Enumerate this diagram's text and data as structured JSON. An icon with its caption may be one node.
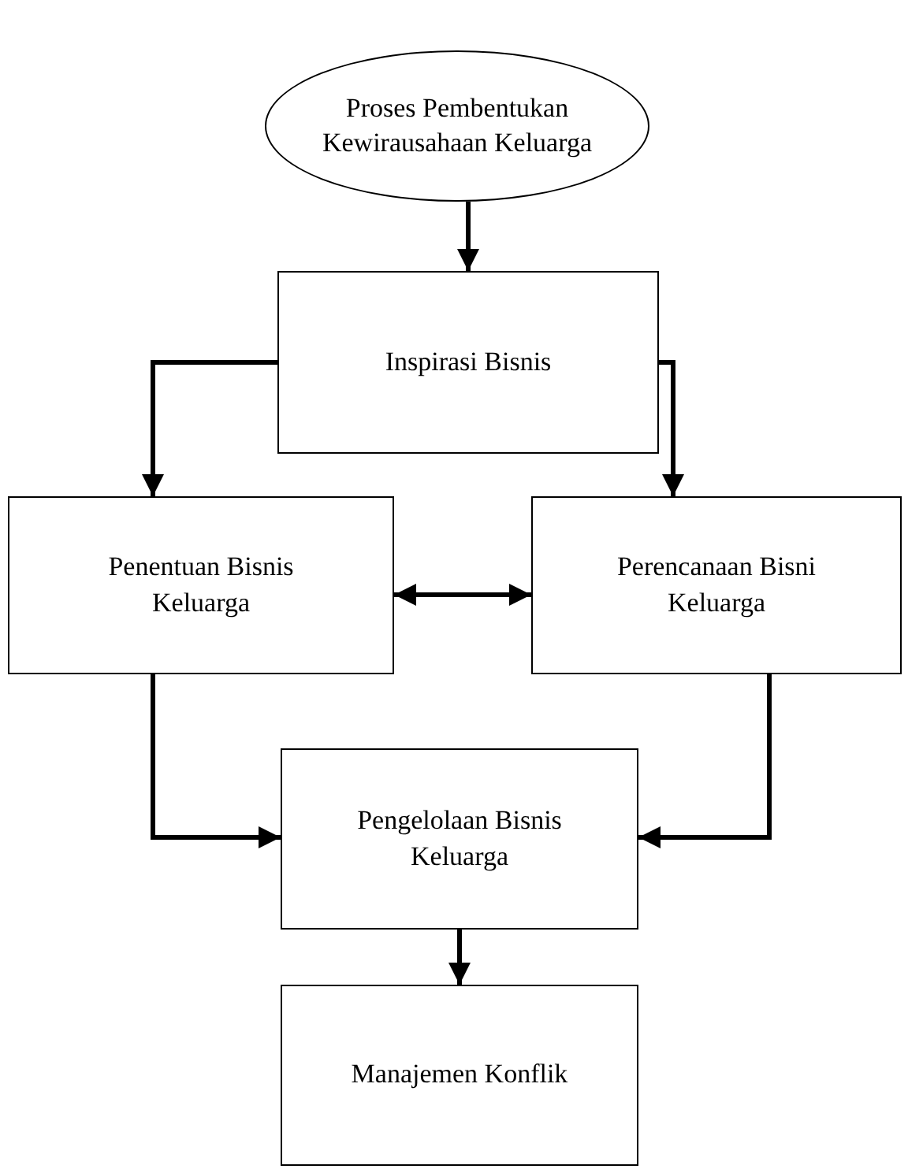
{
  "diagram": {
    "nodes": [
      {
        "text": [
          "Proses Pembentukan Kewirausahaan Keluarga"
        ]
      },
      {
        "text": [
          "Inspirasi Bisnis"
        ]
      },
      {
        "text": [
          "Penentuan Bisnis Keluarga"
        ]
      },
      {
        "text": [
          "Perencanaan Bisni Keluarga"
        ]
      },
      {
        "text": [
          "Pengelolaan Bisnis Keluarga"
        ]
      },
      {
        "text": [
          "Manajemen Konflik"
        ]
      }
    ],
    "edges": [
      {
        "from": 0,
        "to": 1,
        "arrow": "to"
      },
      {
        "from": 1,
        "to": 2,
        "arrow": "to"
      },
      {
        "from": 1,
        "to": 3,
        "arrow": "to"
      },
      {
        "from": 2,
        "to": 3,
        "arrow": "both"
      },
      {
        "from": 2,
        "to": 4,
        "arrow": "to"
      },
      {
        "from": 3,
        "to": 4,
        "arrow": "to"
      },
      {
        "from": 4,
        "to": 5,
        "arrow": "to"
      }
    ]
  }
}
